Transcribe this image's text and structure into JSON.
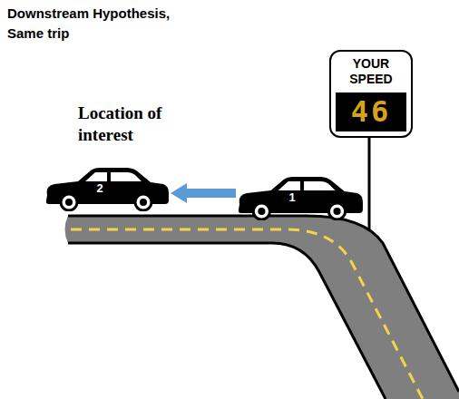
{
  "diagram": {
    "title": "Downstream Hypothesis, Same trip",
    "nodes": [
      {
        "text": [
          "YOUR SPEED"
        ]
      },
      {
        "text": [
          "46"
        ],
        "in": 0
      },
      {
        "text": [
          "2"
        ]
      },
      {
        "text": [
          "1"
        ]
      }
    ],
    "edges": [
      {
        "from": 3,
        "to": 2,
        "arrow": "to"
      }
    ],
    "labels": [
      "Location of interest"
    ]
  }
}
